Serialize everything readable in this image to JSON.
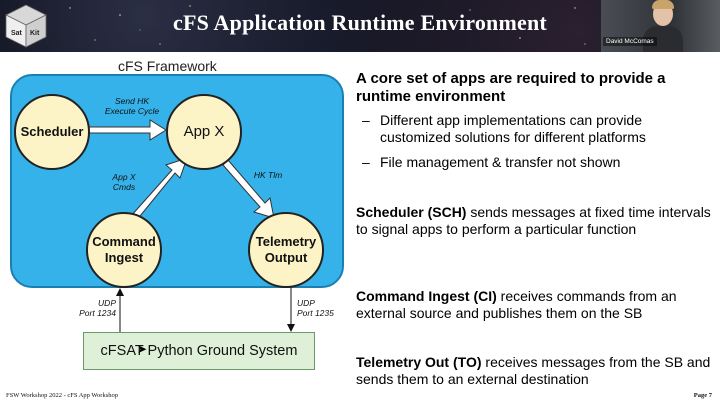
{
  "header": {
    "title": "cFS Application Runtime Environment",
    "logo_text": [
      "Sat",
      "Kit"
    ],
    "presenter_name": "David McComas"
  },
  "diagram": {
    "frame_label": "cFS Framework",
    "nodes": {
      "scheduler": "Scheduler",
      "appx": "App X",
      "command_ingest": [
        "Command",
        "Ingest"
      ],
      "telemetry_output": [
        "Telemetry",
        "Output"
      ]
    },
    "labels": {
      "send_hk": [
        "Send HK",
        "Execute Cycle"
      ],
      "appx_cmds": [
        "App X",
        "Cmds"
      ],
      "hk_tlm": "HK Tlm",
      "udp_in": [
        "UDP",
        "Port 1234"
      ],
      "udp_out": [
        "UDP",
        "Port 1235"
      ]
    },
    "ground_system": "cFSAT Python Ground System",
    "colors": {
      "frame_fill": "#35b2ea",
      "node_fill": "#fcf3c6",
      "ground_fill": "#dff0d9"
    }
  },
  "bullets": {
    "heading": "A core set of apps are required to provide a runtime environment",
    "sub1": "Different app implementations can provide customized solutions for different platforms",
    "sub2": "File management & transfer not shown",
    "sch_bold": "Scheduler (SCH)",
    "sch_rest": " sends messages at fixed time intervals to signal apps to perform a particular function",
    "ci_bold": "Command Ingest (CI)",
    "ci_rest": " receives commands from an external source and publishes them on the SB",
    "to_bold": "Telemetry Out (TO)",
    "to_rest": " receives messages from the SB and sends them to an external destination",
    "dash": "–"
  },
  "footer": {
    "left": "FSW Workshop 2022 - cFS App Workshop",
    "right": "Page 7"
  }
}
